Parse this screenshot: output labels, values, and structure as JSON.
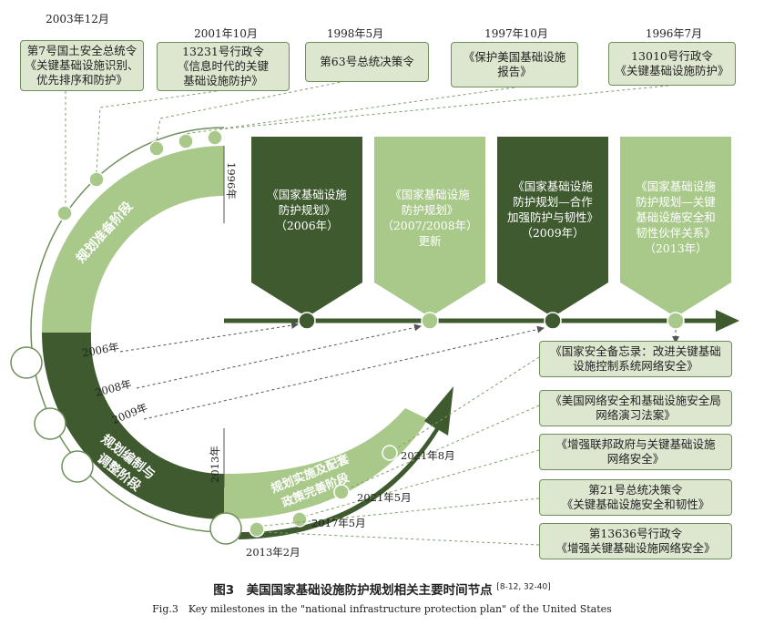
{
  "top_events": [
    {
      "date": "2003年12月",
      "text": "第7号国土安全总统令\n《关键基础设施识别、\n优先排序和防护》"
    },
    {
      "date": "2001年10月",
      "text": "13231号行政令\n《信息时代的关键\n基础设施防护》"
    },
    {
      "date": "1998年5月",
      "text": "第63号总统决策令"
    },
    {
      "date": "1997年10月",
      "text": "《保护美国基础设施\n报告》"
    },
    {
      "date": "1996年7月",
      "text": "13010号行政令\n《关键基础设施防护》"
    }
  ],
  "plans": [
    {
      "text": "《国家基础设施\n防护规划》\n（2006年）",
      "style": "dark"
    },
    {
      "text": "《国家基础设施\n防护规划》\n（2007/2008年）\n更新",
      "style": "light"
    },
    {
      "text": "《国家基础设施\n防护规划—合作\n加强防护与韧性》\n（2009年）",
      "style": "dark"
    },
    {
      "text": "《国家基础设施\n防护规划—关键\n基础设施安全和\n韧性伙伴关系》\n（2013年）",
      "style": "light"
    }
  ],
  "right_events": [
    "《国家安全备忘录：改进关键基础\n设施控制系统网络安全》",
    "《美国网络安全和基础设施安全局\n网络演习法案》",
    "《增强联邦政府与关键基础设施\n网络安全》",
    "第21号总统决策令\n《关键基础设施安全和韧性》",
    "第13636号行政令\n《增强关键基础设施网络安全》"
  ],
  "stages": [
    "规划准备阶段",
    "规划编制与\n调整阶段",
    "规划实施及配套\n政策完善阶段"
  ],
  "year_labels": {
    "y1996": "1996年",
    "y2006": "2006年",
    "y2008": "2008年",
    "y2009": "2009年",
    "y2013": "2013年"
  },
  "bottom_dates": [
    "2021年8月",
    "2021年5月",
    "2017年5月",
    "2013年2月"
  ],
  "caption": {
    "cn": "图3　美国国家基础设施防护规划相关主要时间节点",
    "ref": "[8-12, 32-40]",
    "en": "Fig.3　Key milestones in the \"national infrastructure protection plan\" of the United States"
  },
  "colors": {
    "dark": "#3f5a2f",
    "light": "#a9c98b",
    "pale": "#dde6cf",
    "line": "#6f8f5a"
  }
}
